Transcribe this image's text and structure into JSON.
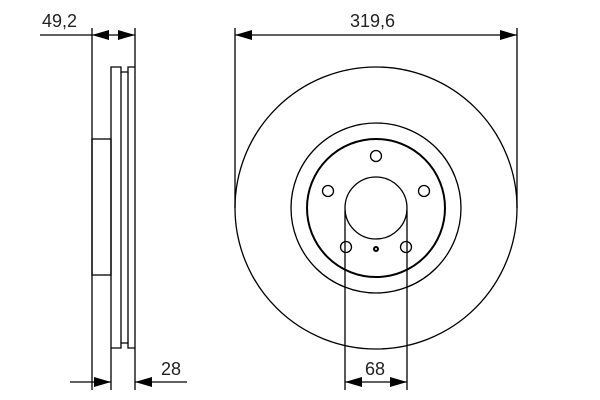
{
  "diagram": {
    "subject": "brake disc technical drawing",
    "views": [
      "side-view",
      "front-view"
    ],
    "dimensions": {
      "overall_height": "49,2",
      "disc_thickness": "28",
      "outer_diameter": "319,6",
      "center_bore": "68"
    },
    "bolt_holes": 5,
    "colors": {
      "line": "#000000",
      "text": "#222222",
      "background": "#ffffff"
    }
  }
}
